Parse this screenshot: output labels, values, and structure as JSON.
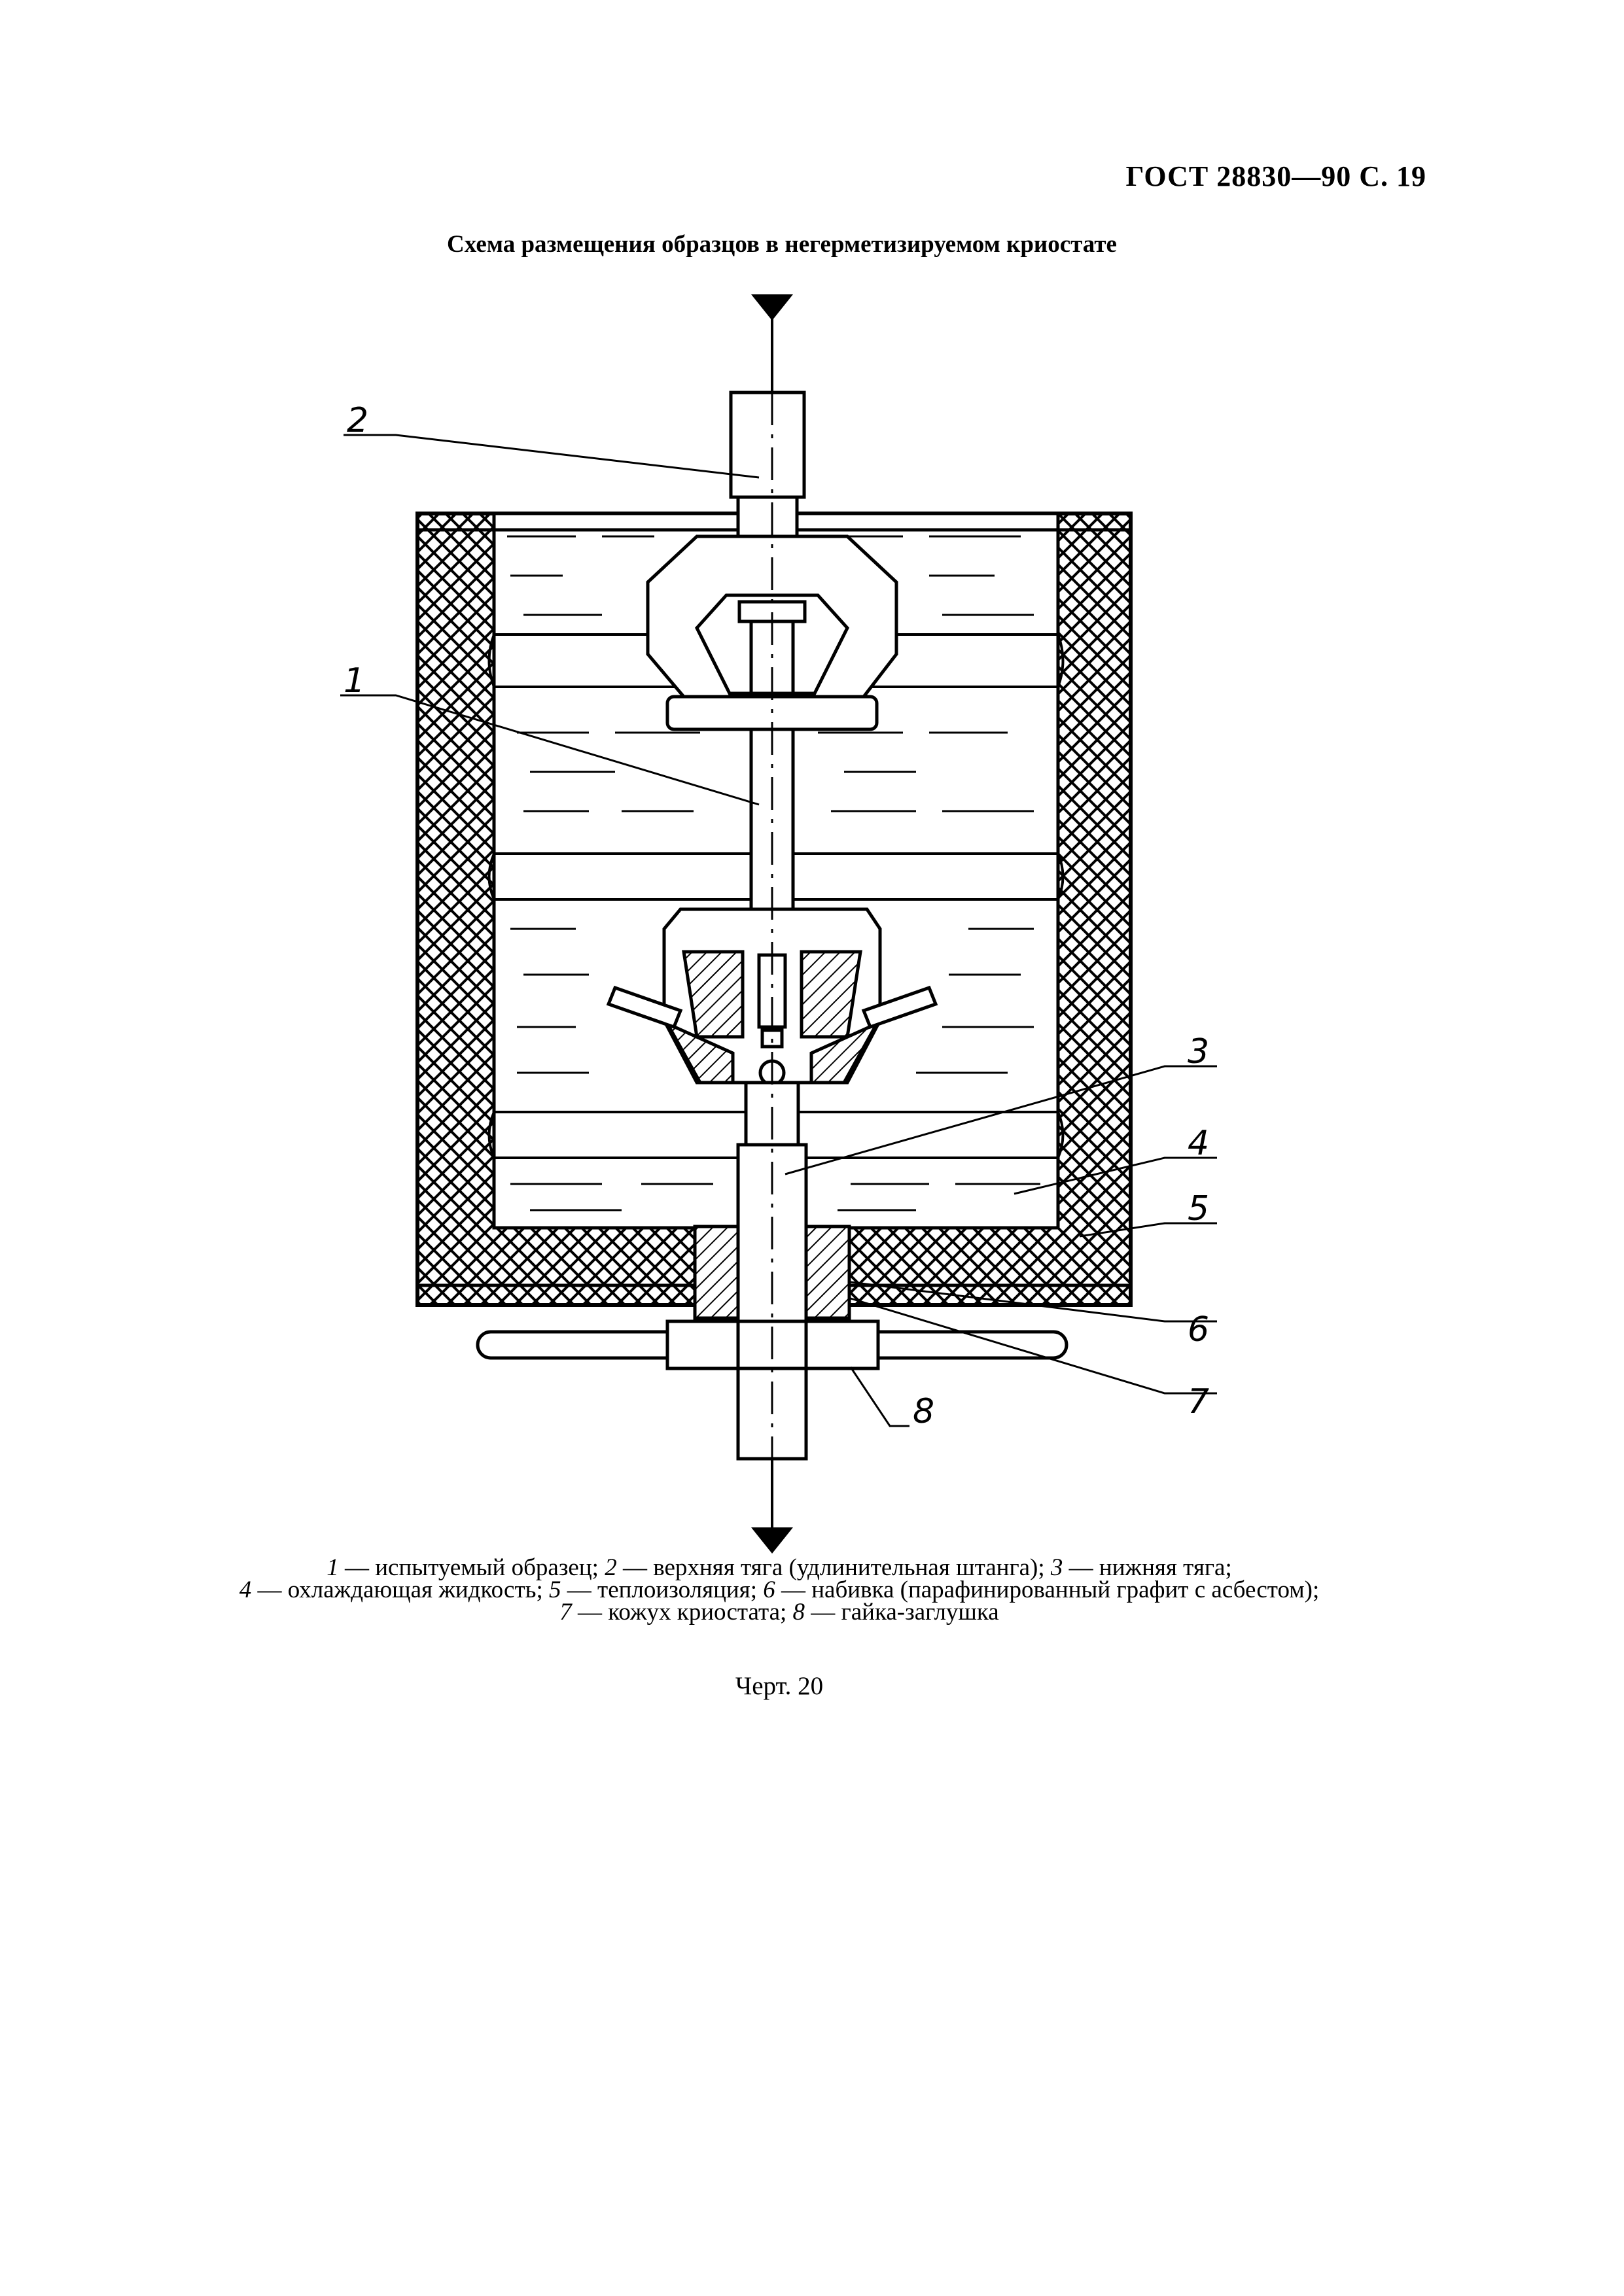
{
  "header": {
    "page_ref": "ГОСТ 28830—90 С. 19"
  },
  "figure": {
    "title": "Схема размещения образцов в негерметизируемом криостате"
  },
  "callouts": [
    {
      "num": "1",
      "label": "испытуемый образец"
    },
    {
      "num": "2",
      "label": "верхняя тяга (удлинительная штанга)"
    },
    {
      "num": "3",
      "label": "нижняя тяга"
    },
    {
      "num": "4",
      "label": "охлаждающая жидкость"
    },
    {
      "num": "5",
      "label": "теплоизоляция"
    },
    {
      "num": "6",
      "label": "набивка (парафинированный графит с асбестом)"
    },
    {
      "num": "7",
      "label": "кожух криостата"
    },
    {
      "num": "8",
      "label": "гайка-заглушка"
    }
  ],
  "caption": "Черт. 20"
}
